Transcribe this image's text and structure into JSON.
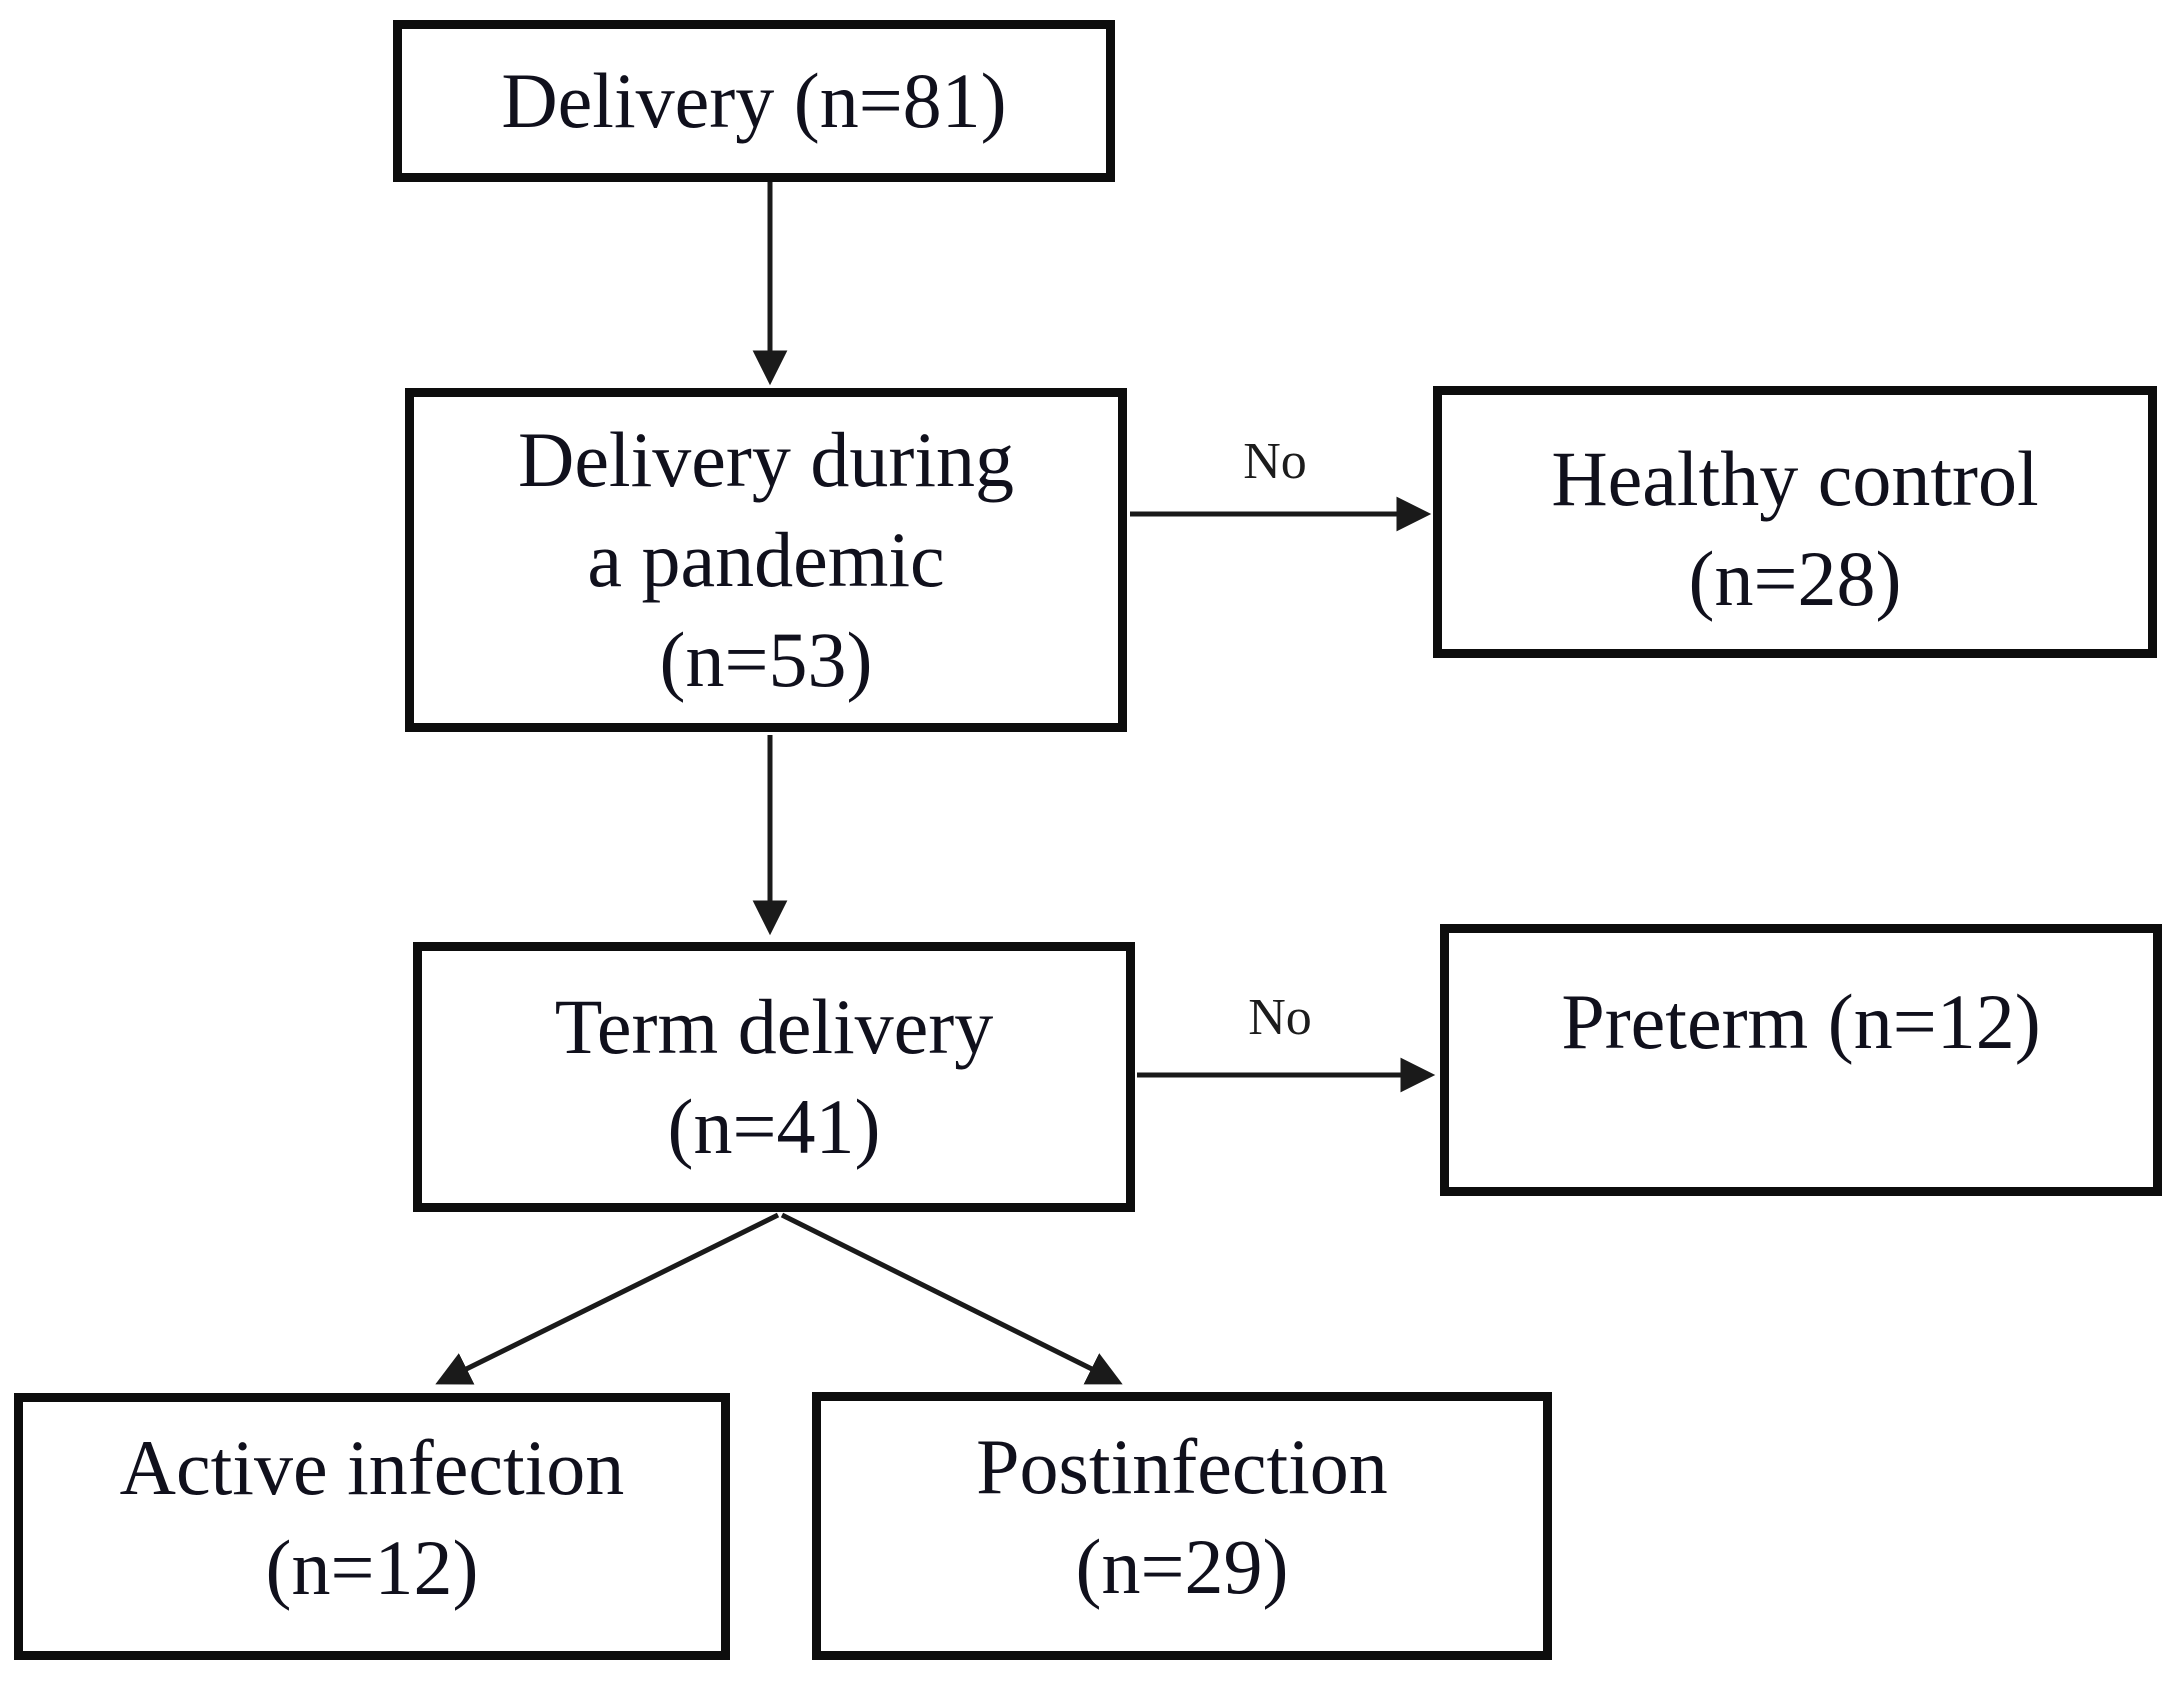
{
  "diagram": {
    "type": "flowchart",
    "background_color": "#ffffff",
    "box_border_color": "#0d0d0d",
    "text_color": "#10101c",
    "arrow_color": "#1a1a1a",
    "nodes": {
      "delivery": {
        "lines": [
          "Delivery (n=81)"
        ]
      },
      "pandemic": {
        "lines": [
          "Delivery during",
          "a pandemic",
          "(n=53)"
        ]
      },
      "healthy": {
        "lines": [
          "Healthy control",
          "(n=28)"
        ]
      },
      "term": {
        "lines": [
          "Term delivery",
          "(n=41)"
        ]
      },
      "preterm": {
        "lines": [
          "Preterm (n=12)"
        ]
      },
      "active": {
        "lines": [
          "Active infection",
          "(n=12)"
        ]
      },
      "postinfection": {
        "lines": [
          "Postinfection",
          "(n=29)"
        ]
      }
    },
    "edges": [
      {
        "from": "delivery",
        "to": "pandemic",
        "label": ""
      },
      {
        "from": "pandemic",
        "to": "healthy",
        "label": "No"
      },
      {
        "from": "pandemic",
        "to": "term",
        "label": ""
      },
      {
        "from": "term",
        "to": "preterm",
        "label": "No"
      },
      {
        "from": "term",
        "to": "active",
        "label": ""
      },
      {
        "from": "term",
        "to": "postinfection",
        "label": ""
      }
    ]
  }
}
